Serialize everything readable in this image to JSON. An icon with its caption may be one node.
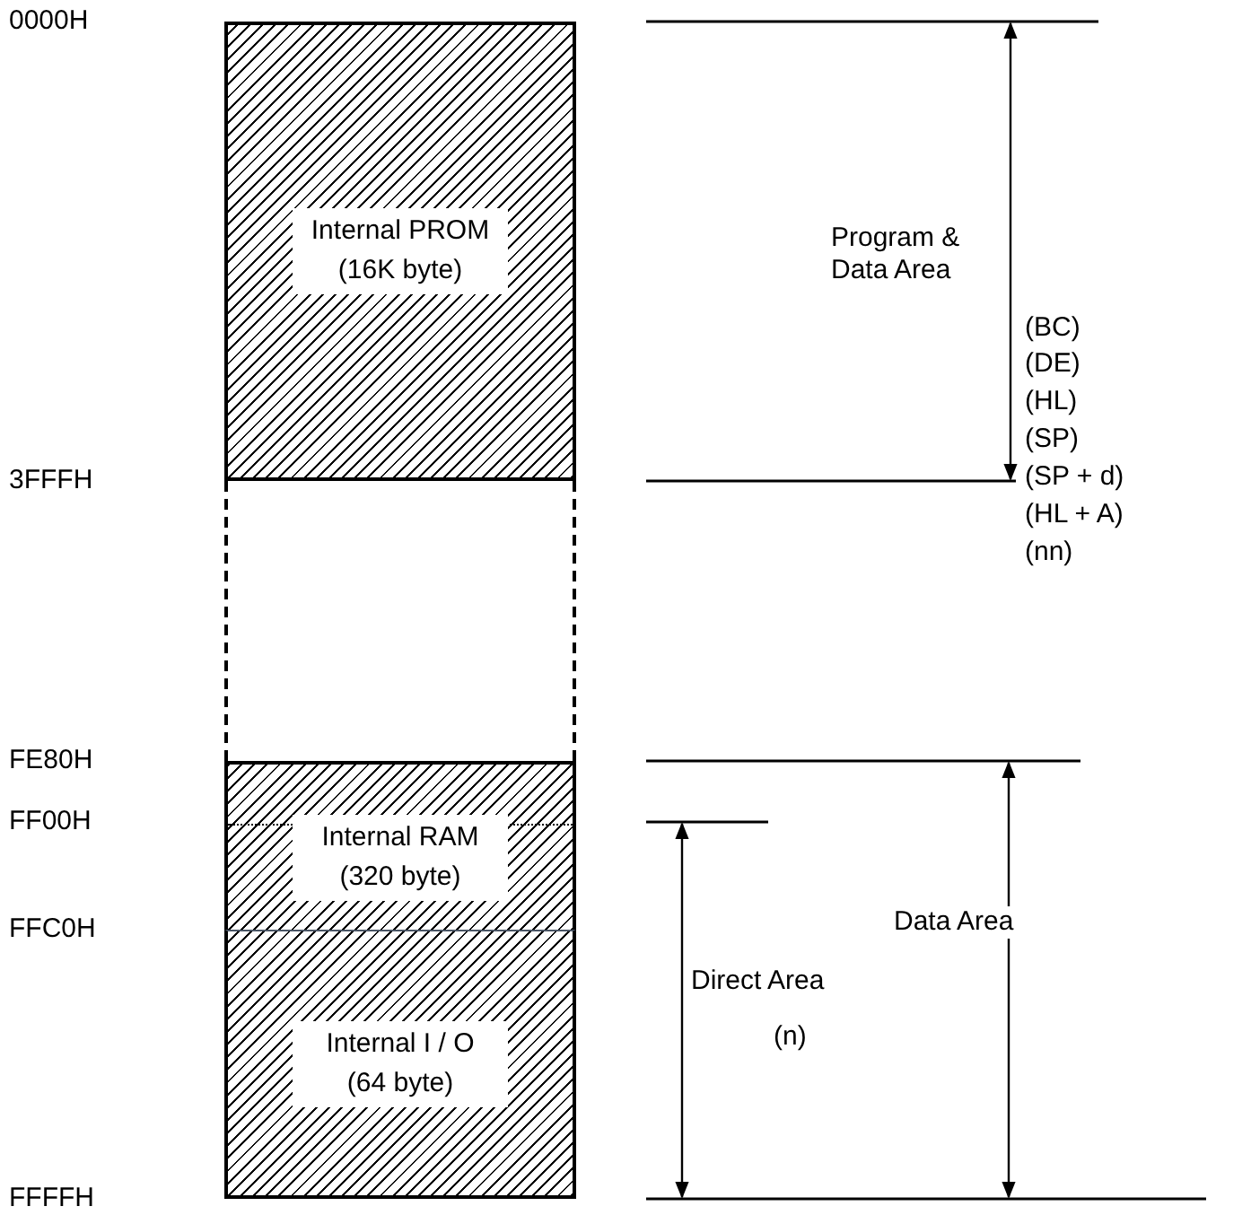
{
  "diagram": {
    "nodes": [
      {
        "text": [
          "Internal PROM (16K byte)"
        ]
      },
      {
        "text": [],
        "shape": "box"
      },
      {
        "text": [
          "Internal RAM (320 byte)"
        ]
      },
      {
        "text": [
          "Internal I / O (64 byte)"
        ]
      }
    ],
    "labels": [
      "0000H",
      "Program & Data Area",
      "(BC)",
      "(DE)",
      "(HL)",
      "(SP)",
      "3FFFH",
      "(SP + d)",
      "(HL + A)",
      "(nn)",
      "FE80H",
      "FF00H",
      "FFC0H",
      "Data Area",
      "Direct Area",
      "(n)",
      "FFFFH"
    ]
  }
}
